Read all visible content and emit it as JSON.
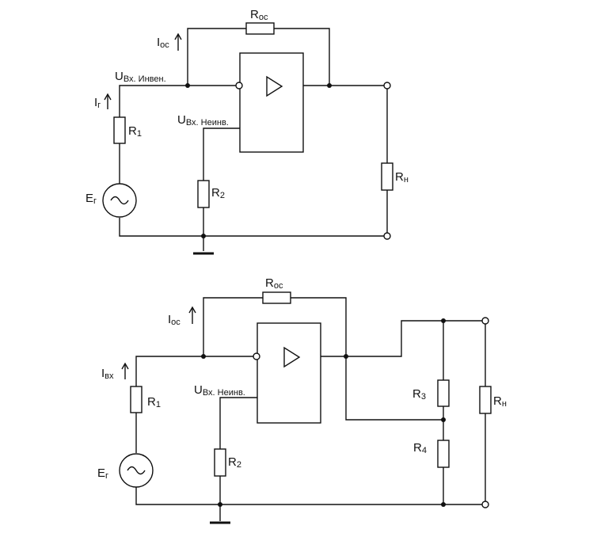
{
  "diagram1": {
    "labels": {
      "roc_main": "R",
      "roc_sub": "ос",
      "ioc_main": "I",
      "ioc_sub": "ос",
      "uinv_main": "U",
      "uinv_sub": "Вх. Инвен.",
      "ig_main": "I",
      "ig_sub": "г",
      "r1_main": "R",
      "r1_sub": "1",
      "unon_main": "U",
      "unon_sub": "Вх. Неинв.",
      "eg_main": "Е",
      "eg_sub": "г",
      "r2_main": "R",
      "r2_sub": "2",
      "rn_main": "R",
      "rn_sub": "н"
    }
  },
  "diagram2": {
    "labels": {
      "roc_main": "R",
      "roc_sub": "ос",
      "ioc_main": "I",
      "ioc_sub": "ос",
      "ivx_main": "I",
      "ivx_sub": "вх",
      "r1_main": "R",
      "r1_sub": "1",
      "unon_main": "U",
      "unon_sub": "Вх. Неинв.",
      "eg_main": "Е",
      "eg_sub": "г",
      "r2_main": "R",
      "r2_sub": "2",
      "r3_main": "R",
      "r3_sub": "3",
      "r4_main": "R",
      "r4_sub": "4",
      "rn_main": "R",
      "rn_sub": "н"
    }
  },
  "icons": [
    "opamp-triangle-icon",
    "ac-source-icon",
    "ground-icon",
    "current-arrow-icon"
  ]
}
